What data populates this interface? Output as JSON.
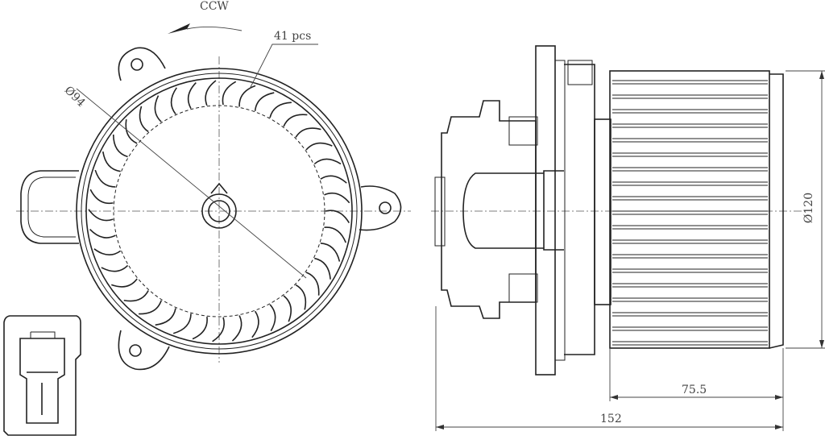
{
  "labels": {
    "rotation": "CCW",
    "blade_count": "41 pcs",
    "wheel_diameter": "Ø94",
    "housing_diameter": "Ø120",
    "wheel_length": "75.5",
    "overall_length": "152"
  },
  "drawing": {
    "blades": 41,
    "line_color": "#222222"
  }
}
